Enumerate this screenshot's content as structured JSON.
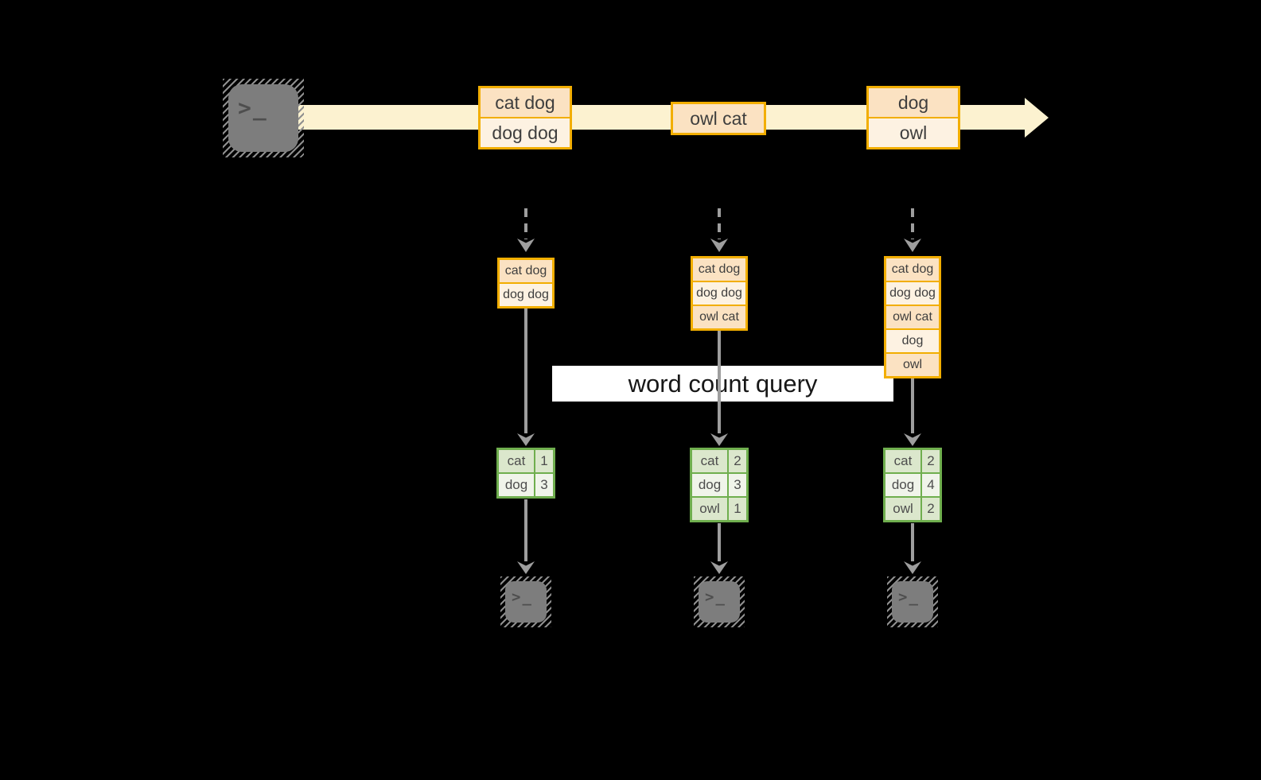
{
  "query_label": "word count query",
  "prompt_glyph": ">_",
  "stream_events": [
    {
      "rows": [
        "cat dog",
        "dog dog"
      ]
    },
    {
      "rows": [
        "owl cat"
      ]
    },
    {
      "rows": [
        "dog",
        "owl"
      ]
    }
  ],
  "columns": [
    {
      "state_rows": [
        "cat dog",
        "dog dog"
      ],
      "count_table": [
        {
          "word": "cat",
          "count": "1"
        },
        {
          "word": "dog",
          "count": "3"
        }
      ]
    },
    {
      "state_rows": [
        "cat dog",
        "dog dog",
        "owl cat"
      ],
      "count_table": [
        {
          "word": "cat",
          "count": "2"
        },
        {
          "word": "dog",
          "count": "3"
        },
        {
          "word": "owl",
          "count": "1"
        }
      ]
    },
    {
      "state_rows": [
        "cat dog",
        "dog dog",
        "owl cat",
        "dog",
        "owl"
      ],
      "count_table": [
        {
          "word": "cat",
          "count": "2"
        },
        {
          "word": "dog",
          "count": "4"
        },
        {
          "word": "owl",
          "count": "2"
        }
      ]
    }
  ],
  "colors": {
    "background": "#000000",
    "stream_band": "#fcf2d0",
    "orange_border": "#f2ae00",
    "peach_fill": "#fbe2c2",
    "cream_fill": "#fdf2e2",
    "green_border": "#6fae4e",
    "green_fill_dark": "#dbe7cc",
    "green_fill_light": "#f0f4ea",
    "arrow_gray": "#9e9e9e",
    "terminal_gray": "#7d7d7d"
  }
}
